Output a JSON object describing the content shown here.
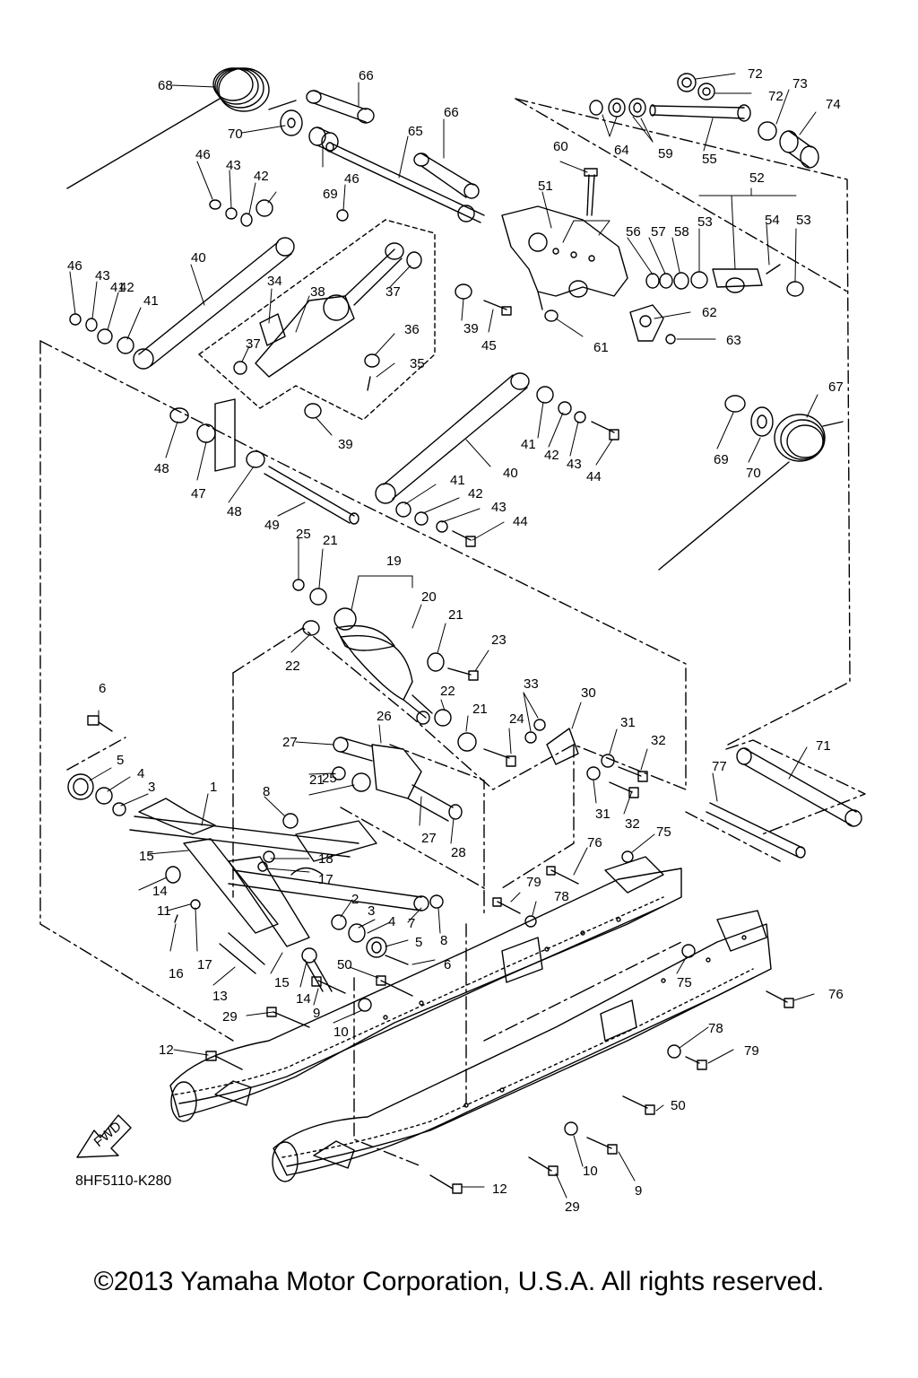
{
  "diagram": {
    "part_code": "8HF5110-K280",
    "fwd_label": "FWD",
    "copyright": "©2013 Yamaha Motor Corporation, U.S.A. All rights reserved.",
    "callouts": [
      "1",
      "2",
      "3",
      "3",
      "4",
      "4",
      "5",
      "5",
      "6",
      "6",
      "7",
      "8",
      "8",
      "9",
      "9",
      "10",
      "10",
      "11",
      "12",
      "12",
      "13",
      "14",
      "14",
      "15",
      "15",
      "16",
      "17",
      "17",
      "18",
      "19",
      "20",
      "21",
      "21",
      "21",
      "21",
      "22",
      "22",
      "23",
      "24",
      "25",
      "25",
      "26",
      "27",
      "27",
      "28",
      "29",
      "29",
      "30",
      "31",
      "31",
      "32",
      "32",
      "33",
      "34",
      "35",
      "36",
      "37",
      "37",
      "38",
      "39",
      "39",
      "40",
      "40",
      "41",
      "41",
      "41",
      "41",
      "42",
      "42",
      "42",
      "42",
      "43",
      "43",
      "43",
      "43",
      "44",
      "44",
      "45",
      "46",
      "46",
      "46",
      "47",
      "48",
      "48",
      "49",
      "50",
      "50",
      "51",
      "52",
      "53",
      "53",
      "54",
      "55",
      "56",
      "57",
      "58",
      "59",
      "60",
      "61",
      "62",
      "63",
      "64",
      "65",
      "66",
      "66",
      "67",
      "68",
      "69",
      "69",
      "70",
      "70",
      "71",
      "72",
      "72",
      "73",
      "74",
      "75",
      "75",
      "76",
      "76",
      "77",
      "78",
      "78",
      "79",
      "79"
    ]
  }
}
